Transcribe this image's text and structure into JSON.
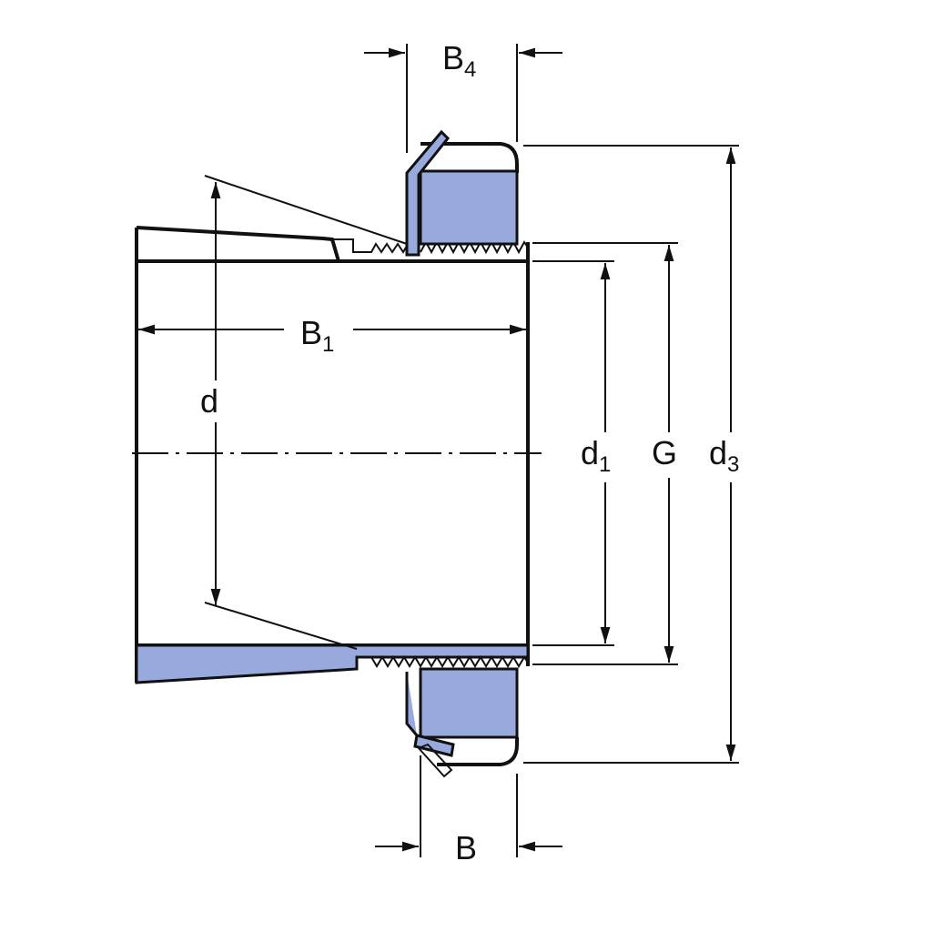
{
  "title": "Adapter sleeve with lock nut and lock washer - dimension drawing",
  "colors": {
    "part_fill": "#98aadd",
    "line": "#111111"
  },
  "labels": {
    "B4": {
      "main": "B",
      "sub": "4"
    },
    "B1": {
      "main": "B",
      "sub": "1"
    },
    "d": {
      "main": "d"
    },
    "d1": {
      "main": "d",
      "sub": "1"
    },
    "G": {
      "main": "G"
    },
    "d3": {
      "main": "d",
      "sub": "3"
    },
    "B": {
      "main": "B"
    }
  }
}
